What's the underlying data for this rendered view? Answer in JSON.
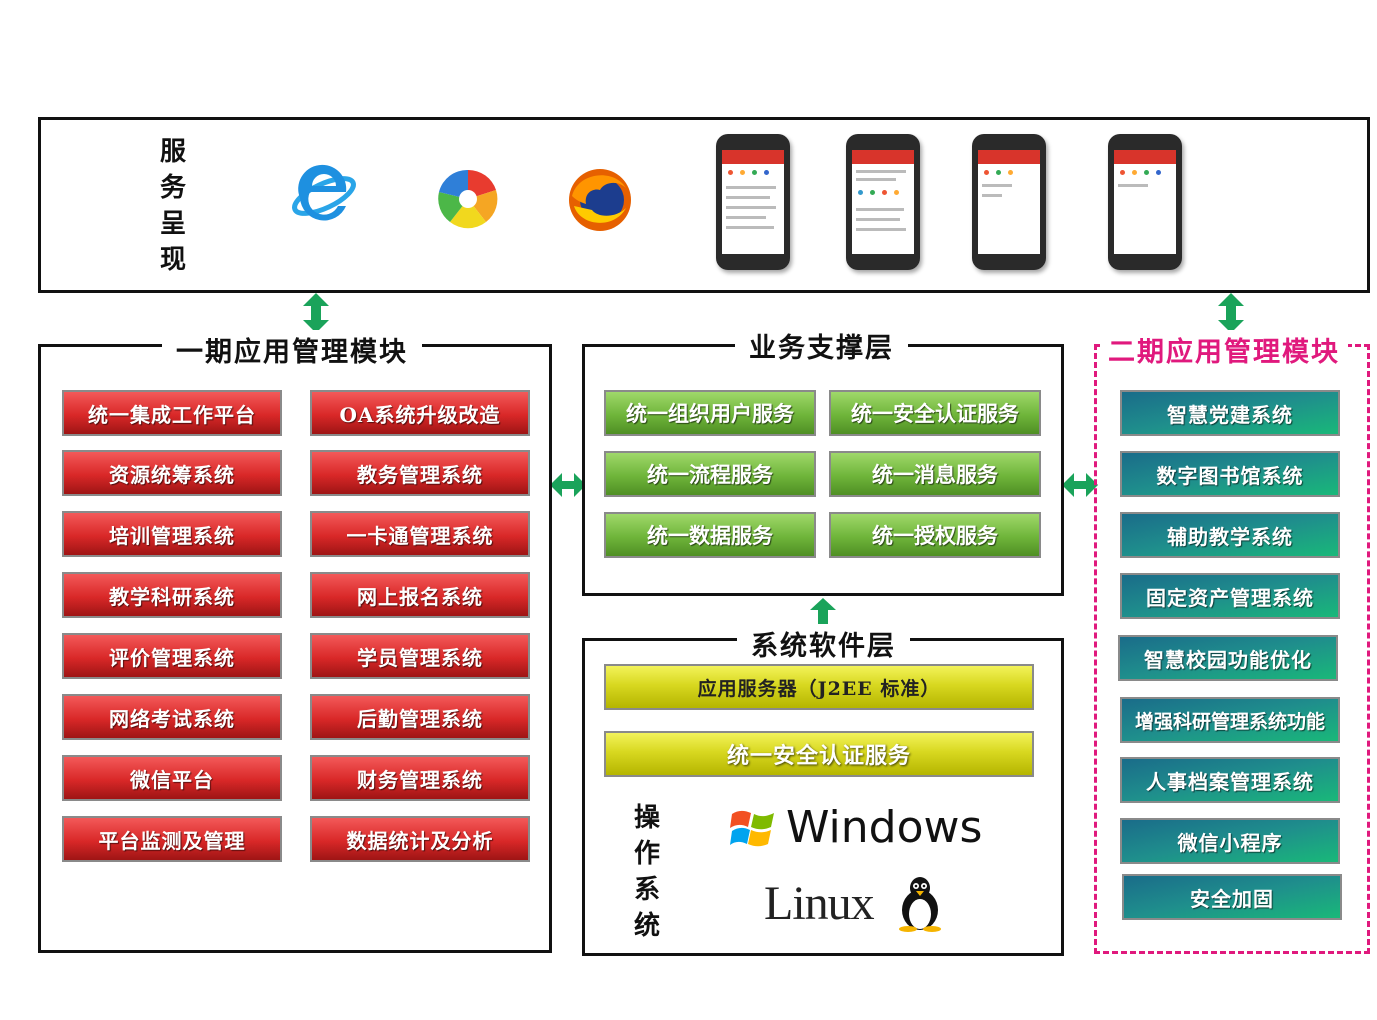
{
  "presentation": {
    "label_chars": [
      "服",
      "务",
      "呈",
      "现"
    ],
    "icons": [
      "ie-browser-icon",
      "360-browser-icon",
      "firefox-icon",
      "mobile-app-screen-icon"
    ]
  },
  "phase1": {
    "title": "一期应用管理模块",
    "left_items": [
      "统一集成工作平台",
      "资源统筹系统",
      "培训管理系统",
      "教学科研系统",
      "评价管理系统",
      "网络考试系统",
      "微信平台",
      "平台监测及管理"
    ],
    "right_items": [
      "OA系统升级改造",
      "教务管理系统",
      "一卡通管理系统",
      "网上报名系统",
      "学员管理系统",
      "后勤管理系统",
      "财务管理系统",
      "数据统计及分析"
    ]
  },
  "business": {
    "title": "业务支撑层",
    "items": [
      "统一组织用户服务",
      "统一安全认证服务",
      "统一流程服务",
      "统一消息服务",
      "统一数据服务",
      "统一授权服务"
    ]
  },
  "software": {
    "title": "系统软件层",
    "app_server": "应用服务器（J2EE 标准）",
    "security": "统一安全认证服务",
    "os_label_chars": [
      "操",
      "作",
      "系",
      "统"
    ],
    "os_windows": "Windows",
    "os_linux": "Linux"
  },
  "phase2": {
    "title": "二期应用管理模块",
    "items": [
      "智慧党建系统",
      "数字图书馆系统",
      "辅助教学系统",
      "固定资产管理系统",
      "智慧校园功能优化",
      "增强科研管理系统功能",
      "人事档案管理系统",
      "微信小程序",
      "安全加固"
    ]
  },
  "colors": {
    "red_box": "#d92828",
    "green_box": "#6fb53a",
    "yellow_box": "#d8d820",
    "teal_box": "#1f8f8c",
    "dashed_border": "#e0197d",
    "arrow": "#1aa35a"
  }
}
